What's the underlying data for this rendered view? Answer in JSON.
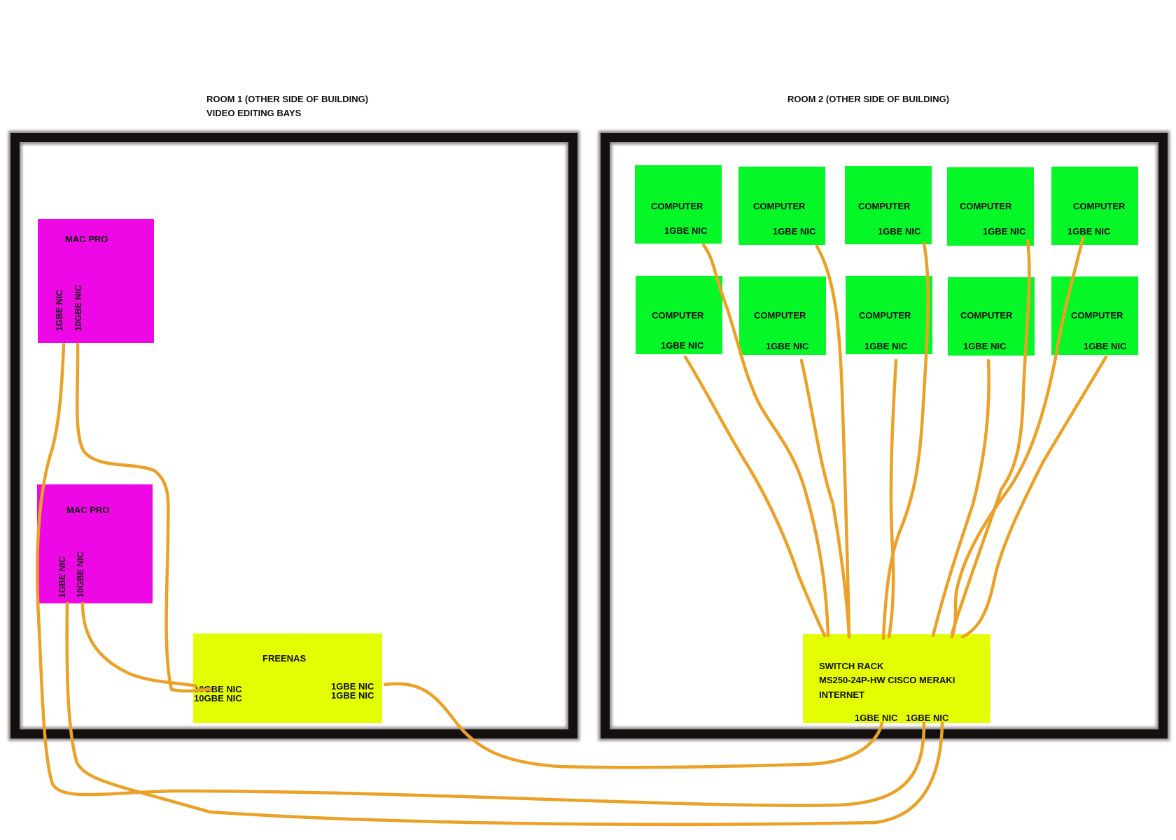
{
  "room1": {
    "title_line1": "ROOM 1 (OTHER SIDE OF BUILDING)",
    "title_line2": "VIDEO EDITING BAYS"
  },
  "room2": {
    "title": "ROOM 2 (OTHER SIDE OF BUILDING)"
  },
  "mac_pro_1": {
    "label": "MAC PRO",
    "nic_1g": "1GBE NIC",
    "nic_10g": "10GBE NIC"
  },
  "mac_pro_2": {
    "label": "MAC PRO",
    "nic_1g": "1GBE NIC",
    "nic_10g": "10GBE NIC"
  },
  "freenas": {
    "label": "FREENAS",
    "nic_10g_a": "10GBE NIC",
    "nic_10g_b": "10GBE NIC",
    "nic_1g_a": "1GBE NIC",
    "nic_1g_b": "1GBE NIC"
  },
  "switch": {
    "line1": "SWITCH RACK",
    "line2": "MS250-24P-HW CISCO MERAKI",
    "line3": "INTERNET",
    "nic_a": "1GBE NIC",
    "nic_b": "1GBE NIC"
  },
  "computers": [
    {
      "label": "COMPUTER",
      "nic": "1GBE NIC"
    },
    {
      "label": "COMPUTER",
      "nic": "1GBE NIC"
    },
    {
      "label": "COMPUTER",
      "nic": "1GBE NIC"
    },
    {
      "label": "COMPUTER",
      "nic": "1GBE NIC"
    },
    {
      "label": "COMPUTER",
      "nic": "1GBE NIC"
    },
    {
      "label": "COMPUTER",
      "nic": "1GBE NIC"
    },
    {
      "label": "COMPUTER",
      "nic": "1GBE NIC"
    },
    {
      "label": "COMPUTER",
      "nic": "1GBE NIC"
    },
    {
      "label": "COMPUTER",
      "nic": "1GBE NIC"
    },
    {
      "label": "COMPUTER",
      "nic": "1GBE NIC"
    }
  ],
  "colors": {
    "cable": "#eba126",
    "mac_pro": "#ee08e6",
    "computer": "#06f727",
    "server": "#e3fe02",
    "wall": "#141010"
  }
}
